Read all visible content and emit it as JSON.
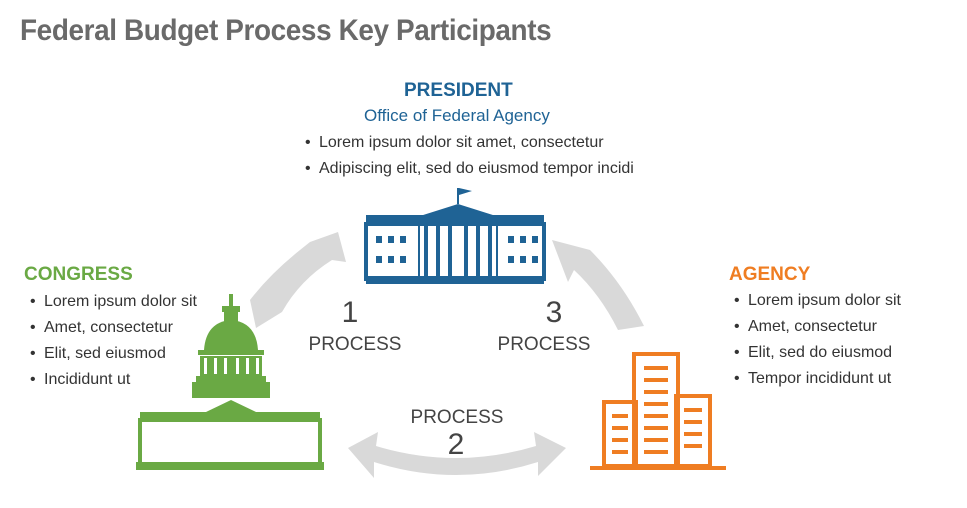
{
  "title": "Federal Budget Process Key Participants",
  "president": {
    "heading": "PRESIDENT",
    "subheading": "Office of Federal Agency",
    "bullets": [
      "Lorem ipsum dolor sit amet, consectetur",
      "Adipiscing elit, sed do eiusmod tempor incidi"
    ]
  },
  "congress": {
    "heading": "CONGRESS",
    "bullets": [
      "Lorem ipsum dolor sit",
      "Amet, consectetur",
      "Elit, sed eiusmod",
      "Incididunt ut"
    ]
  },
  "agency": {
    "heading": "AGENCY",
    "bullets": [
      "Lorem ipsum dolor sit",
      "Amet, consectetur",
      "Elit, sed do eiusmod",
      "Tempor incididunt ut"
    ]
  },
  "processes": [
    {
      "number": "1",
      "label": "PROCESS"
    },
    {
      "number": "2",
      "label": "PROCESS"
    },
    {
      "number": "3",
      "label": "PROCESS"
    }
  ],
  "colors": {
    "president": "#1f6395",
    "congress": "#6aa944",
    "agency": "#ef7d22",
    "arrow": "#d9d9d9",
    "title": "#6a6a6a"
  },
  "icons": {
    "president": "white-house-icon",
    "congress": "capitol-building-icon",
    "agency": "office-building-icon"
  }
}
